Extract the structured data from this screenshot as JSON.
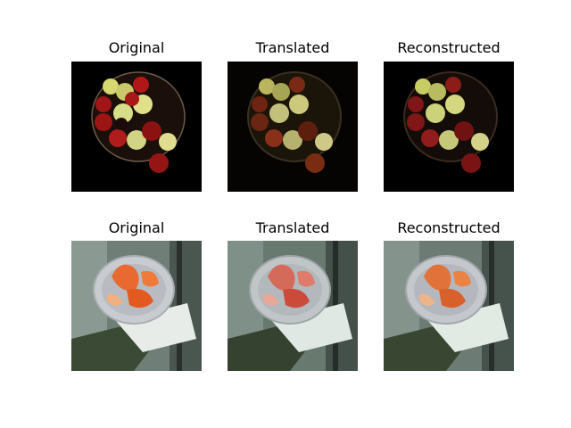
{
  "figure": {
    "rows": [
      {
        "subject": "apples in a bowl",
        "panels": [
          {
            "title": "Original"
          },
          {
            "title": "Translated"
          },
          {
            "title": "Reconstructed"
          }
        ]
      },
      {
        "subject": "orange slices on a plate",
        "panels": [
          {
            "title": "Original"
          },
          {
            "title": "Translated"
          },
          {
            "title": "Reconstructed"
          }
        ]
      }
    ]
  }
}
